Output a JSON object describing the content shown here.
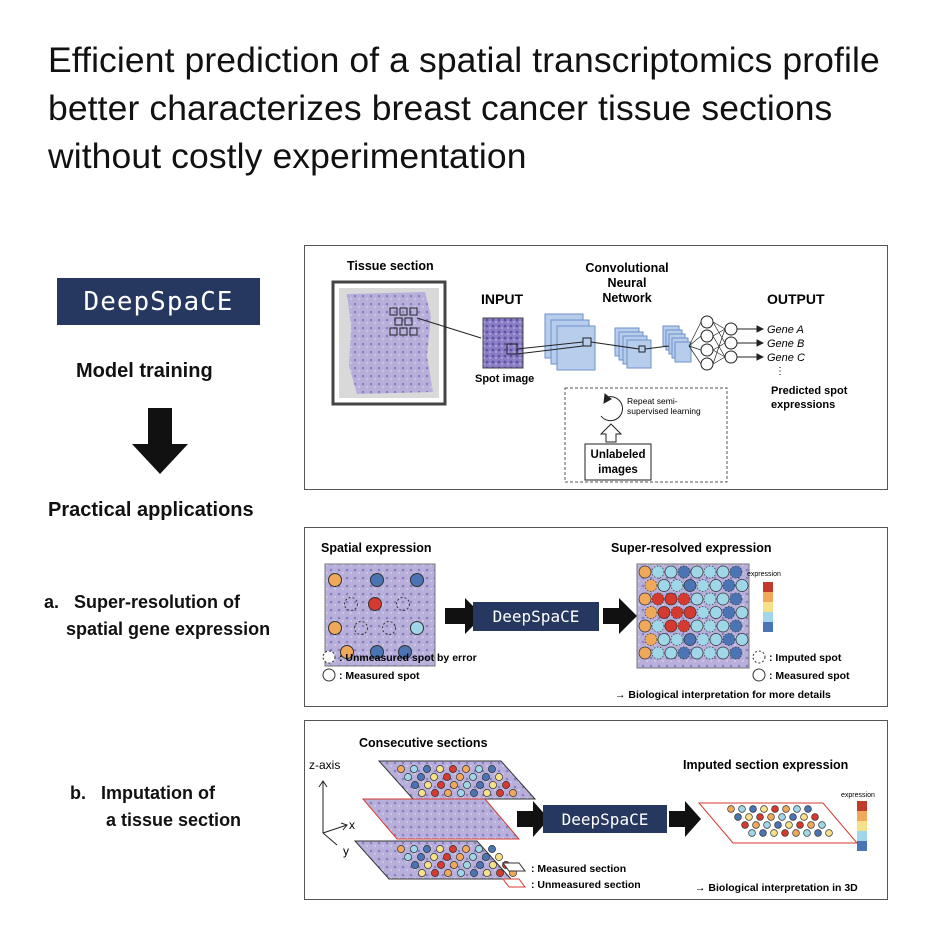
{
  "title": "Efficient prediction of a spatial transcriptomics profile better characterizes breast cancer tissue sections without costly experimentation",
  "logo_text": "DeepSpaCE",
  "model_training": "Model training",
  "practical_applications": "Practical applications",
  "app_a": {
    "letter": "a.",
    "line1": "Super-resolution of",
    "line2": "spatial gene expression"
  },
  "app_b": {
    "letter": "b.",
    "line1": "Imputation of",
    "line2": "a tissue section"
  },
  "training_panel": {
    "tissue_section": "Tissue section",
    "input": "INPUT",
    "spot_image": "Spot image",
    "cnn_line1": "Convolutional",
    "cnn_line2": "Neural",
    "cnn_line3": "Network",
    "output": "OUTPUT",
    "genes": [
      "Gene A",
      "Gene B",
      "Gene C"
    ],
    "predicted_line1": "Predicted spot",
    "predicted_line2": "expressions",
    "repeat_line1": "Repeat semi-",
    "repeat_line2": "supervised learning",
    "unlabeled_line1": "Unlabeled",
    "unlabeled_line2": "images"
  },
  "panel_a": {
    "spatial_expression": "Spatial expression",
    "super_resolved": "Super-resolved expression",
    "unmeasured_error": ": Unmeasured spot by error",
    "measured_spot": ": Measured spot",
    "imputed_spot": ": Imputed spot",
    "measured_spot_right": ": Measured spot",
    "expression": "expression",
    "interpretation": "→ Biological interpretation for more details"
  },
  "panel_b": {
    "consecutive": "Consecutive sections",
    "imputed": "Imputed section expression",
    "z_axis": "z-axis",
    "x": "x",
    "y": "y",
    "measured_section": ": Measured section",
    "unmeasured_section": ": Unmeasured section",
    "expression": "expression",
    "interpretation": "→ Biological interpretation in 3D"
  },
  "colors": {
    "navy": "#26385f",
    "tissue": "#b3a9d6",
    "red": "#d43a2f",
    "orange": "#f0a85a",
    "yellow": "#f6e08a",
    "lightblue": "#9fd7e8",
    "blue": "#4a74b4"
  }
}
